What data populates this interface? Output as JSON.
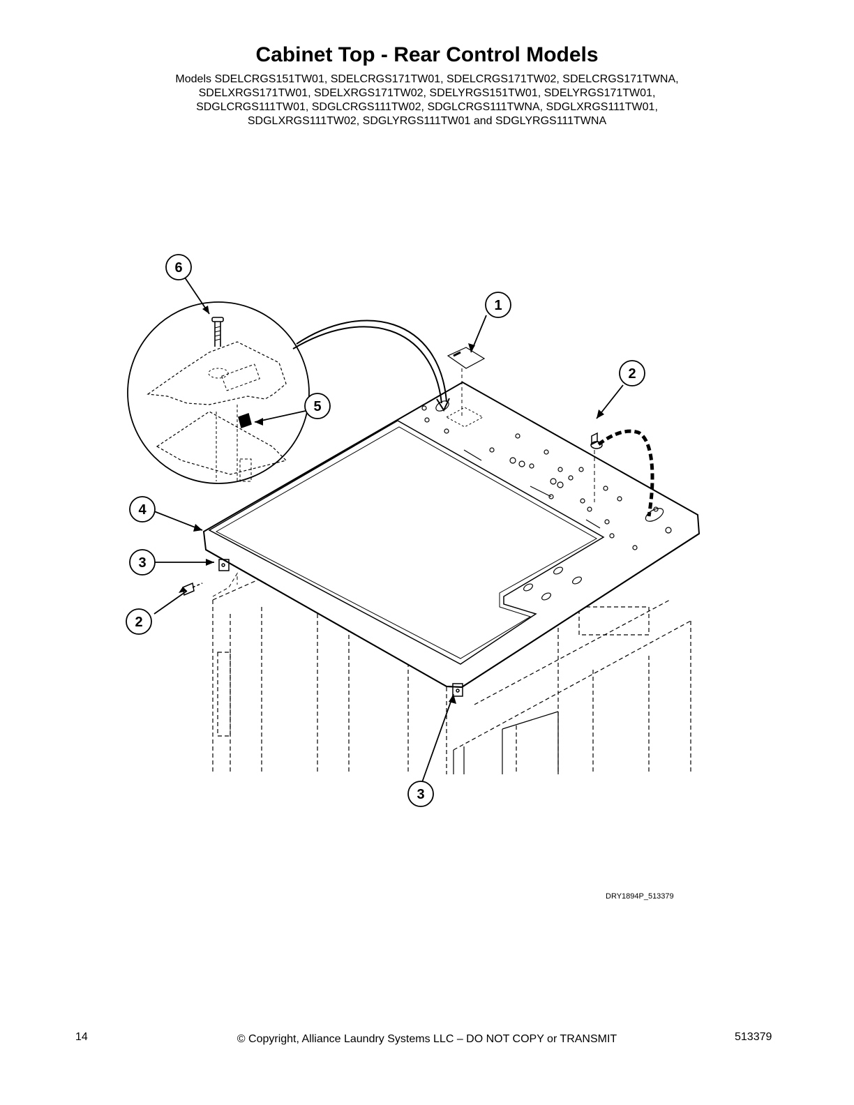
{
  "header": {
    "title": "Cabinet Top - Rear Control Models",
    "model_lines": [
      "Models SDELCRGS151TW01, SDELCRGS171TW01, SDELCRGS171TW02, SDELCRGS171TWNA,",
      "SDELXRGS171TW01, SDELXRGS171TW02, SDELYRGS151TW01, SDELYRGS171TW01,",
      "SDGLCRGS111TW01, SDGLCRGS111TW02, SDGLCRGS111TWNA, SDGLXRGS111TW01,",
      "SDGLXRGS111TW02, SDGLYRGS111TW01 and SDGLYRGS111TWNA"
    ]
  },
  "diagram": {
    "callouts": {
      "c1": "1",
      "c2_right": "2",
      "c2_left": "2",
      "c3_left": "3",
      "c3_bottom": "3",
      "c4": "4",
      "c5": "5",
      "c6": "6"
    },
    "drawing_id": "DRY1894P_513379"
  },
  "footer": {
    "page_number": "14",
    "copyright": "© Copyright, Alliance Laundry Systems LLC – DO NOT COPY or TRANSMIT",
    "document_number": "513379"
  }
}
